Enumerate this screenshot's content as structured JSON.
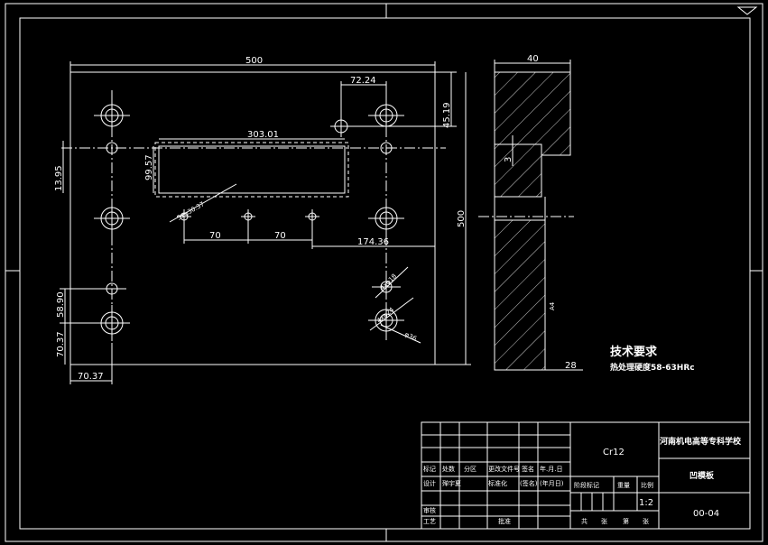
{
  "dimensions": {
    "width_500": "500",
    "depth_40": "40",
    "d_72_24": "72.24",
    "d_45_19": "45.19",
    "d_303_01": "303.01",
    "d_99_57": "99.57",
    "d_13_95": "13.95",
    "d_3": "3",
    "hole_3x": "3xφ30.37",
    "d_70a": "70",
    "d_70b": "70",
    "d_174_36": "174.36",
    "height_500": "500",
    "hole_4x18": "4xφ18",
    "hole_4x24": "4xφ24",
    "hole_36": "φ36",
    "d_58_90": "58.90",
    "d_70_37v": "70.37",
    "d_70_37h": "70.37",
    "d_28": "28",
    "d_a": "A4"
  },
  "tech": {
    "title": "技术要求",
    "line1": "热处理硬度58-63HRc"
  },
  "title_block": {
    "material": "Cr12",
    "school": "河南机电高等专科学校",
    "part_name": "凹模板",
    "drawing_no": "00-04",
    "scale_label": "比例",
    "scale": "1:2",
    "row_labels": [
      "标记",
      "处数",
      "分区",
      "更改文件号",
      "签名",
      "年.月.日"
    ],
    "design": "设计",
    "designer": "殚宇夏",
    "standard": "标准化",
    "sign": "(签名)",
    "date": "(年月日)",
    "stage_labels": [
      "阶段标记",
      "重量",
      "比例"
    ],
    "review": "审核",
    "process": "工艺",
    "approve": "批准",
    "sheets": [
      "共",
      "张",
      "第",
      "张"
    ]
  }
}
